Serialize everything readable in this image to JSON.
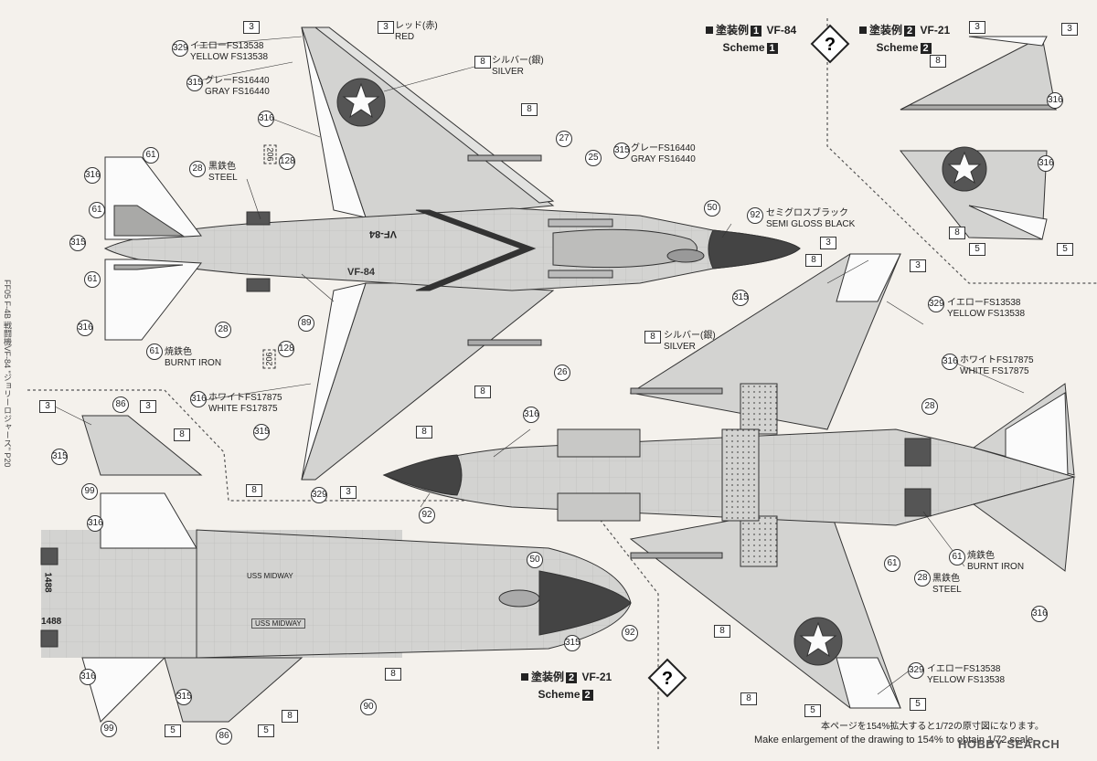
{
  "colors": {
    "paper": "#f4f1ec",
    "gray": "#d3d3d1",
    "white": "#fbfbfb",
    "dark": "#555",
    "black": "#333",
    "steel": "#7a7a78"
  },
  "side_text": "FF05 F-4B 戦闘機VF-84 \"ジョリーロジャース\" P20",
  "schemes": [
    {
      "jp": "塗装例",
      "num": "1",
      "unit": "VF-84",
      "scheme_label": "Scheme",
      "scheme_num": "1"
    },
    {
      "jp": "塗装例",
      "num": "2",
      "unit": "VF-21",
      "scheme_label": "Scheme",
      "scheme_num": "2"
    },
    {
      "jp": "塗装例",
      "num": "2",
      "unit": "VF-21",
      "scheme_label": "Scheme",
      "scheme_num": "2"
    }
  ],
  "color_labels": {
    "red": {
      "code": "3",
      "jp": "レッド(赤)",
      "en": "RED"
    },
    "yellow": {
      "code": "329",
      "jp": "イエローFS13538",
      "en": "YELLOW FS13538"
    },
    "gray": {
      "code": "315",
      "jp": "グレーFS16440",
      "en": "GRAY FS16440"
    },
    "silver": {
      "code": "8",
      "jp": "シルバー(銀)",
      "en": "SILVER"
    },
    "steel": {
      "code": "28",
      "jp": "黒鉄色",
      "en": "STEEL"
    },
    "burnt_iron": {
      "code": "61",
      "jp": "焼鉄色",
      "en": "BURNT IRON"
    },
    "semi_gloss_black": {
      "code": "92",
      "jp": "セミグロスブラック",
      "en": "SEMI GLOSS BLACK"
    },
    "white": {
      "code": "316",
      "jp": "ホワイトFS17875",
      "en": "WHITE FS17875"
    }
  },
  "markings": {
    "vf84_upper": "VF-84",
    "vf84_lower": "VF-84",
    "tail_206": "206",
    "uss_midway_1": "USS MIDWAY",
    "uss_midway_2": "USS MIDWAY",
    "num_1488a": "1488",
    "num_1488b": "1488"
  },
  "decal_numbers": [
    "27",
    "25",
    "26",
    "50",
    "89",
    "128",
    "86",
    "99",
    "90"
  ],
  "footer": {
    "jp": "本ページを154%拡大すると1/72の原寸図になります。",
    "en": "Make enlargement of the drawing to 154% to obtain 1/72 scale."
  },
  "watermark": "HOBBY SEARCH"
}
